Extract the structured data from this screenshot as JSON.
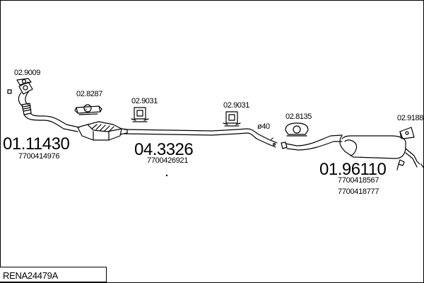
{
  "diagram": {
    "title": "RENA24479A",
    "parts": [
      {
        "id": "part-1",
        "number": "01.11430",
        "refs": [
          "7700414976"
        ]
      },
      {
        "id": "part-2",
        "number": "04.3326",
        "refs": [
          "7700426921"
        ]
      },
      {
        "id": "part-3",
        "number": "01.96110",
        "refs": [
          "7700418567",
          "7700418777"
        ]
      }
    ],
    "accessories": [
      {
        "id": "gasket",
        "code": "02.9009"
      },
      {
        "id": "clamp-1",
        "code": "02.8287"
      },
      {
        "id": "hanger-1",
        "code": "02.9031"
      },
      {
        "id": "hanger-2",
        "code": "02.9031"
      },
      {
        "id": "clamp-2",
        "code": "02.8135"
      },
      {
        "id": "hanger-3",
        "code": "02.9188"
      }
    ],
    "pipe_diameter": "ø40"
  }
}
